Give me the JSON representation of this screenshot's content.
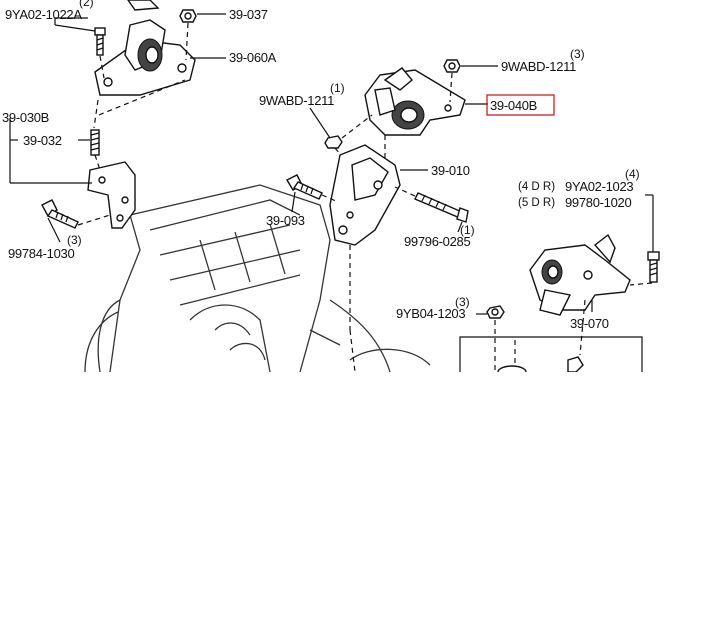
{
  "labels": {
    "p_9ya02_1022a": "9YA02-1022A",
    "p_39_037": "39-037",
    "p_39_060a": "39-060A",
    "p_9wabd_1211_right": "9WABD-1211",
    "p_39_040b": "39-040B",
    "p_9wabd_1211_left": "9WABD-1211",
    "p_39_030b": "39-030B",
    "p_39_032": "39-032",
    "p_39_010": "39-010",
    "p_39_093": "39-093",
    "p_99796_0285": "99796-0285",
    "p_99784_1030": "99784-1030",
    "p_9ya02_1023": "9YA02-1023",
    "p_99780_1020": "99780-1020",
    "p_9yb04_1203": "9YB04-1203",
    "p_39_070": "39-070"
  },
  "quantities": {
    "q_9ya02_1022a": "(2)",
    "q_9wabd_1211_right": "(3)",
    "q_9wabd_1211_left": "(1)",
    "q_99796_0285": "(1)",
    "q_99784_1030": "(3)",
    "q_9ya02_1023": "(4)",
    "q_9yb04_1203": "(3)"
  },
  "variants": {
    "four_door": "(4 D R)",
    "five_door": "(5 D R)"
  },
  "highlight": {
    "label_key": "p_39_040b",
    "color": "#cc1f1f"
  }
}
